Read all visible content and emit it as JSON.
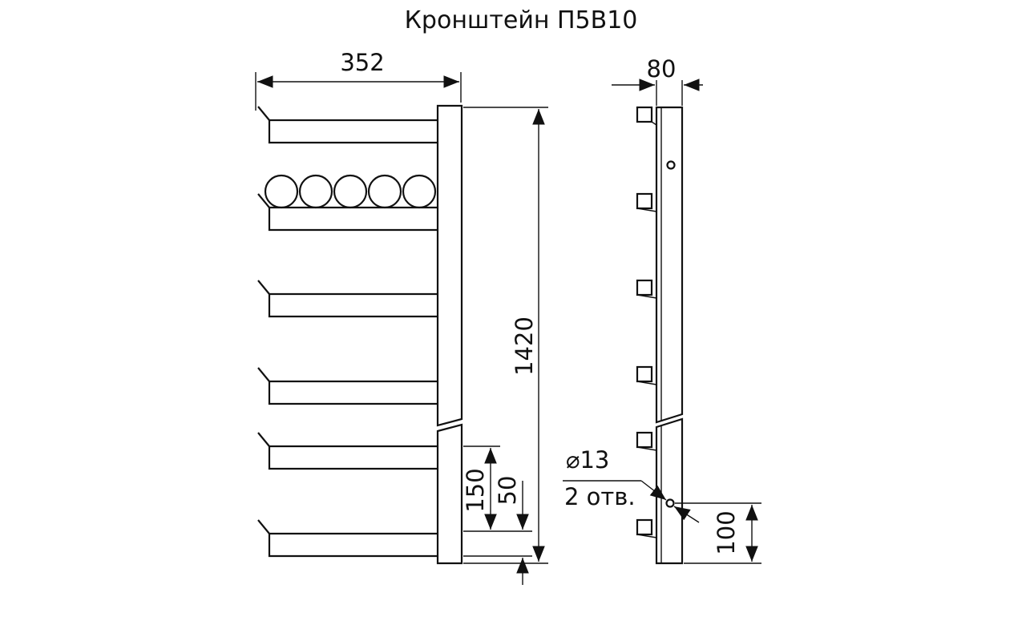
{
  "title": "Кронштейн П5В10",
  "dimensions": {
    "width": "352",
    "depth": "80",
    "height": "1420",
    "spacing_150": "150",
    "spacing_50": "50",
    "hole_diameter": "⌀13",
    "hole_count": "2 отв.",
    "offset_100": "100"
  }
}
